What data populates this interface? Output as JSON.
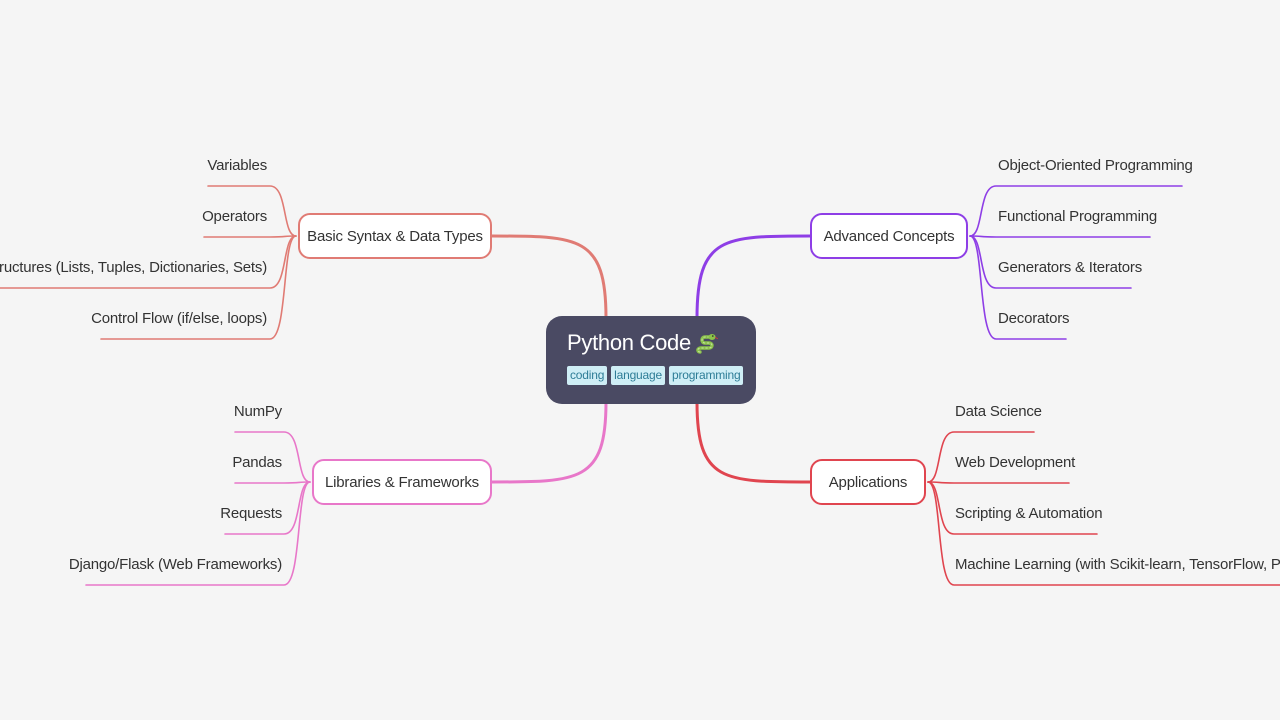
{
  "root": {
    "title": "Python Code",
    "icon": "snake-icon",
    "tags": [
      "coding",
      "language",
      "programming"
    ]
  },
  "branches": [
    {
      "id": "basic",
      "label": "Basic Syntax & Data Types",
      "color": "#e07b74",
      "leaves": [
        "Variables",
        "Operators",
        "Data Structures (Lists, Tuples, Dictionaries, Sets)",
        "Control Flow (if/else, loops)"
      ]
    },
    {
      "id": "libraries",
      "label": "Libraries & Frameworks",
      "color": "#e877c9",
      "leaves": [
        "NumPy",
        "Pandas",
        "Requests",
        "Django/Flask (Web Frameworks)"
      ]
    },
    {
      "id": "advanced",
      "label": "Advanced Concepts",
      "color": "#8e3ee6",
      "leaves": [
        "Object-Oriented Programming",
        "Functional Programming",
        "Generators & Iterators",
        "Decorators"
      ]
    },
    {
      "id": "applications",
      "label": "Applications",
      "color": "#e0454f",
      "leaves": [
        "Data Science",
        "Web Development",
        "Scripting & Automation",
        "Machine Learning (with Scikit-learn, TensorFlow, PyTorch)"
      ]
    }
  ]
}
